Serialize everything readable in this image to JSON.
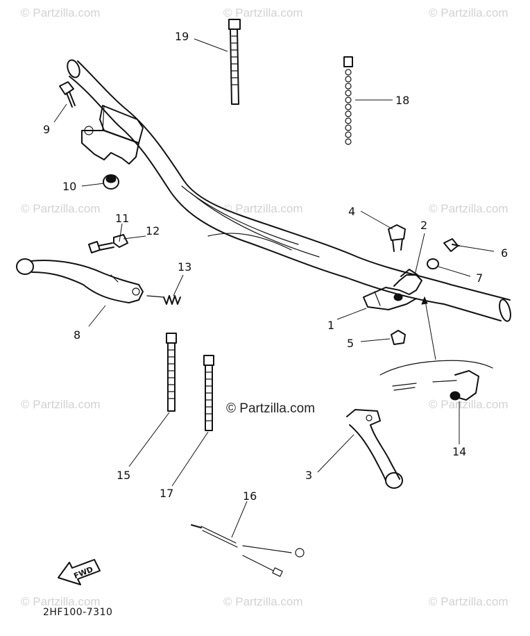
{
  "diagram": {
    "watermark_text": "© Partzilla.com",
    "center_watermark": "© Partzilla.com",
    "drawing_code": "2HF100-7310",
    "fwd_label": "FWD",
    "callouts": {
      "p1": "1",
      "p2": "2",
      "p3": "3",
      "p4": "4",
      "p5": "5",
      "p6": "6",
      "p7": "7",
      "p8": "8",
      "p9": "9",
      "p10": "10",
      "p11": "11",
      "p12": "12",
      "p13": "13",
      "p14": "14",
      "p15": "15",
      "p16": "16",
      "p17": "17",
      "p18": "18",
      "p19": "19"
    }
  }
}
